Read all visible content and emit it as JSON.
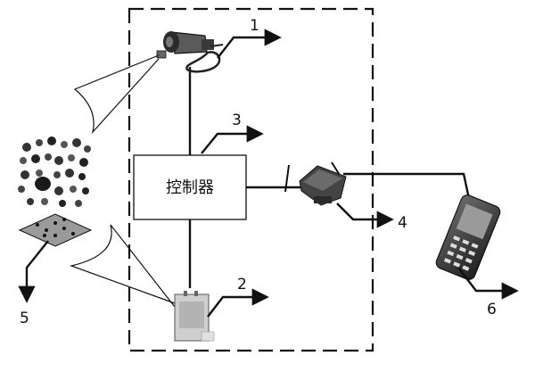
{
  "controller": {
    "label": "控制器"
  },
  "callouts": {
    "camera": "1",
    "trap_device": "2",
    "controller": "3",
    "wireless_module": "4",
    "insect_board": "5",
    "mobile_phone": "6"
  }
}
